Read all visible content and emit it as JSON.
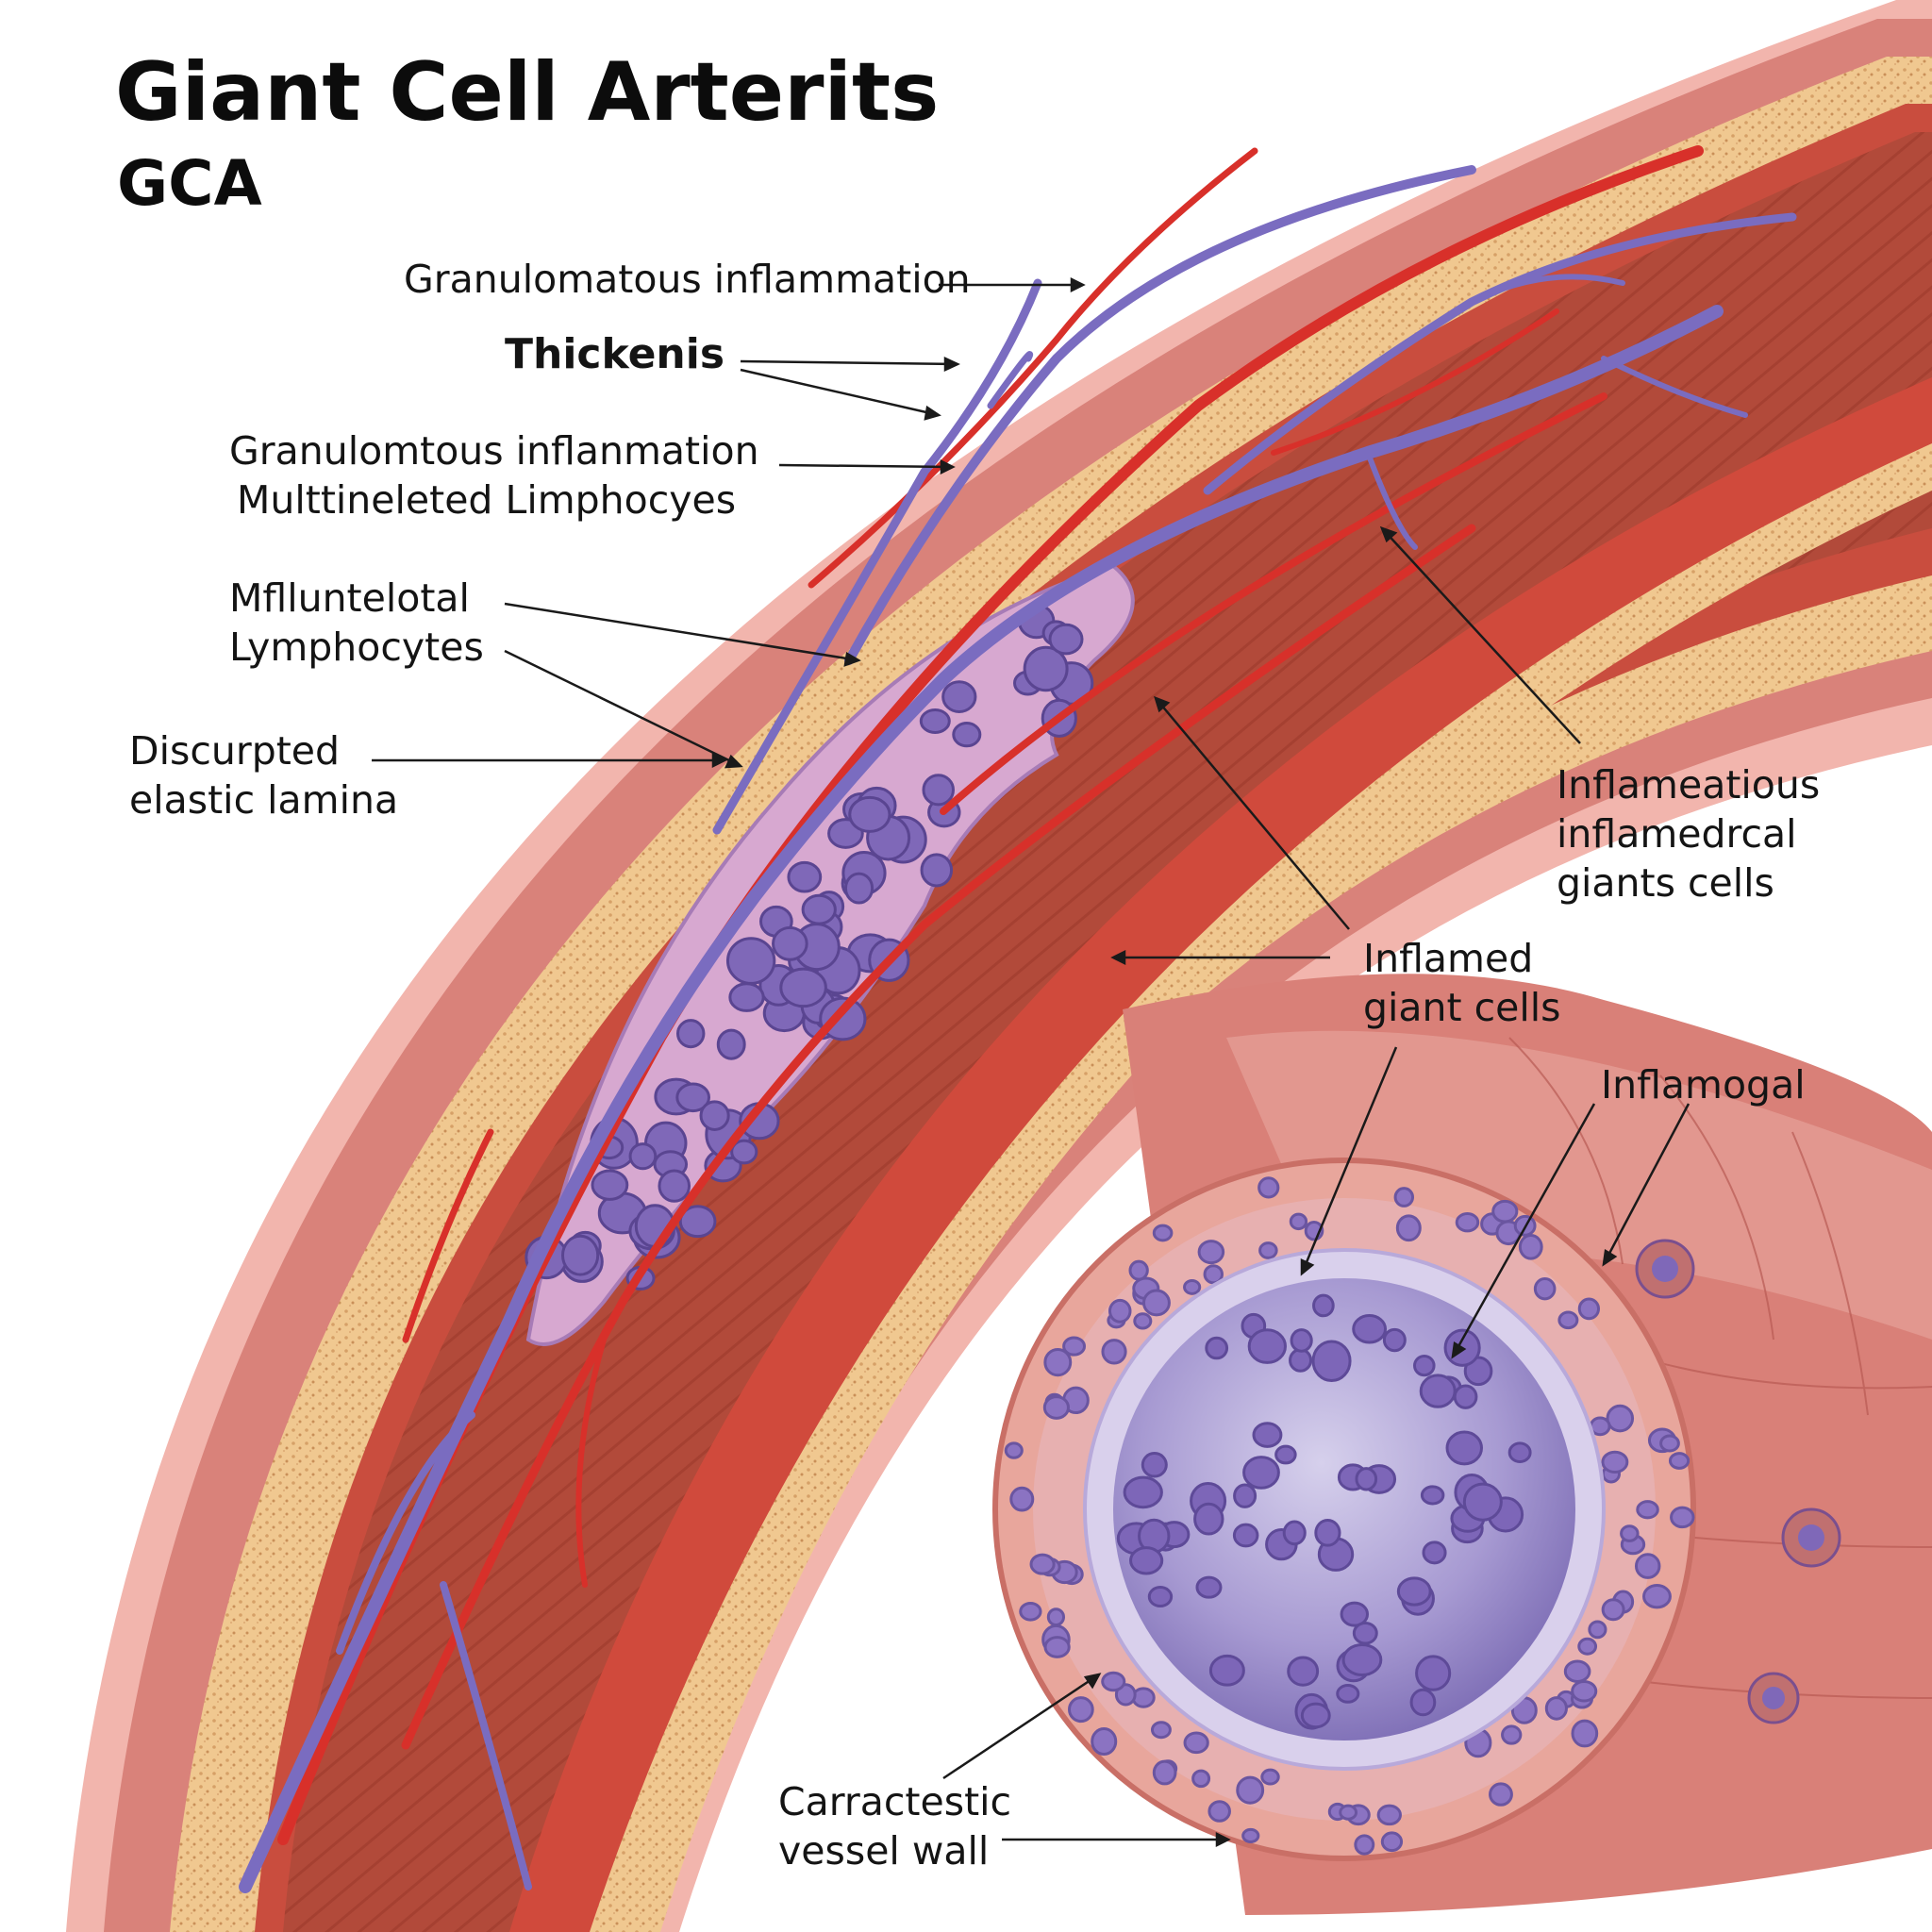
{
  "title": "Giant Cell Arterits",
  "subtitle": "GCA",
  "labels": {
    "granulomatous_inflammation": "Granulomatous inflammation",
    "thickenis": "Thickenis",
    "granulomtous_line1": "Granulomtous inflanmation",
    "granulomtous_line2": "Multtineleted Limphocyes",
    "mflluntelotal_line1": "Mflluntelotal",
    "mflluntelotal_line2": "Lymphocytes",
    "discurpted_line1": "Discurpted",
    "discurpted_line2": "elastic lamina",
    "inflameatious_line1": "Inflameatious",
    "inflameatious_line2": "inflamedrcal",
    "inflameatious_line3": "giants cells",
    "inflamed_line1": "Inflamed",
    "inflamed_line2": "giant cells",
    "inflamogal": "Inflamogal",
    "carractestic_line1": "Carractestic",
    "carractestic_line2": "vessel wall"
  },
  "colors": {
    "adventitia": "#d9827a",
    "media_band": "#f0c890",
    "muscle": "#b84a3c",
    "vessel_red": "#d8302a",
    "vessel_purple": "#7a6cc0",
    "infiltrate": "#d7a8d0",
    "nucleus": "#7f68b8"
  }
}
